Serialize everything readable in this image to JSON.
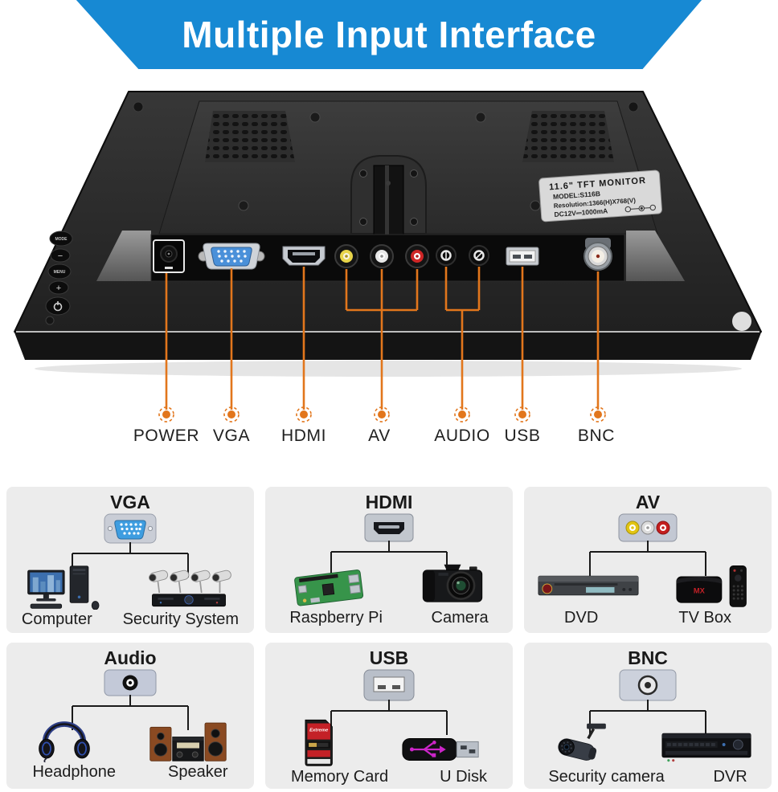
{
  "banner": {
    "title": "Multiple Input Interface",
    "bg_color": "#1789d3",
    "text_color": "#ffffff"
  },
  "monitor": {
    "spec_label": {
      "line1": "11.6\" TFT MONITOR",
      "line2": "MODEL:S116B",
      "line3": "Resolution:1366(H)X768(V)",
      "line4": "DC12V⎓1000mA"
    },
    "buttons": [
      "MODE",
      "−",
      "MENU",
      "+"
    ],
    "power_button_icon": "power-icon"
  },
  "annotation": {
    "line_color": "#e2761c",
    "ports": [
      {
        "label": "POWER",
        "icon": "dc-power-jack-icon"
      },
      {
        "label": "VGA",
        "icon": "vga-port-icon"
      },
      {
        "label": "HDMI",
        "icon": "hdmi-port-icon"
      },
      {
        "label": "AV",
        "icon": "av-rca-jacks-icon"
      },
      {
        "label": "AUDIO",
        "icon": "audio-jacks-icon"
      },
      {
        "label": "USB",
        "icon": "usb-port-icon"
      },
      {
        "label": "BNC",
        "icon": "bnc-connector-icon"
      }
    ]
  },
  "colors": {
    "accent_orange": "#e2761c",
    "panel_bg": "#ececec",
    "rca_yellow": "#e8d44a",
    "rca_white": "#e8e8e8",
    "rca_red": "#cf2626",
    "vga_blue": "#4a90d9"
  },
  "panels": [
    {
      "title": "VGA",
      "icon": "vga-connector-icon",
      "devices": [
        {
          "name": "Computer",
          "icon": "computer-image"
        },
        {
          "name": "Security System",
          "icon": "security-system-image"
        }
      ]
    },
    {
      "title": "HDMI",
      "icon": "hdmi-connector-icon",
      "devices": [
        {
          "name": "Raspberry Pi",
          "icon": "raspberry-pi-image"
        },
        {
          "name": "Camera",
          "icon": "dslr-camera-image"
        }
      ]
    },
    {
      "title": "AV",
      "icon": "av-connector-icon",
      "devices": [
        {
          "name": "DVD",
          "icon": "dvd-player-image"
        },
        {
          "name": "TV Box",
          "icon": "tv-box-image"
        }
      ],
      "tv_box_logo": "MX"
    },
    {
      "title": "Audio",
      "icon": "audio-jack-icon",
      "devices": [
        {
          "name": "Headphone",
          "icon": "headphone-image"
        },
        {
          "name": "Speaker",
          "icon": "speaker-image"
        }
      ]
    },
    {
      "title": "USB",
      "icon": "usb-socket-icon",
      "devices": [
        {
          "name": "Memory Card",
          "icon": "memory-card-image"
        },
        {
          "name": "U Disk",
          "icon": "u-disk-image"
        }
      ],
      "memory_card_text": "Extreme"
    },
    {
      "title": "BNC",
      "icon": "bnc-socket-icon",
      "devices": [
        {
          "name": "Security camera",
          "icon": "security-camera-image"
        },
        {
          "name": "DVR",
          "icon": "dvr-image"
        }
      ]
    }
  ]
}
